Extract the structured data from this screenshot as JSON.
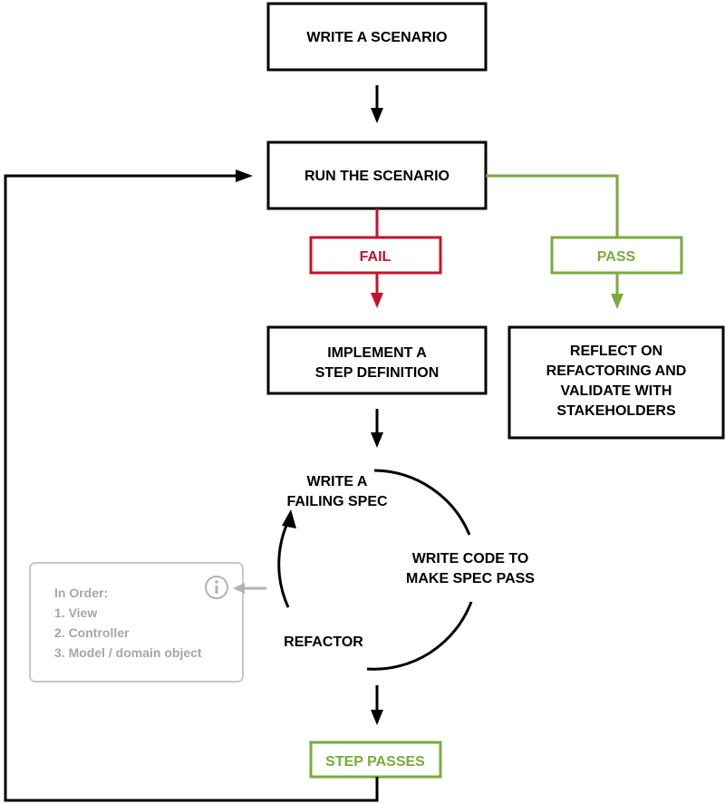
{
  "colors": {
    "black": "#000000",
    "fail_red": "#c8102e",
    "pass_green": "#7aab3b",
    "note_gray": "#b3b3b3"
  },
  "steps": {
    "write_scenario": "WRITE A SCENARIO",
    "run_scenario": "RUN THE SCENARIO",
    "implement_line1": "IMPLEMENT A",
    "implement_line2": "STEP DEFINITION",
    "reflect_line1": "REFLECT ON",
    "reflect_line2": "REFACTORING AND",
    "reflect_line3": "VALIDATE WITH",
    "reflect_line4": "STAKEHOLDERS",
    "step_passes": "STEP PASSES"
  },
  "outcomes": {
    "fail": "FAIL",
    "pass": "PASS"
  },
  "cycle": {
    "write_failing_line1": "WRITE A",
    "write_failing_line2": "FAILING SPEC",
    "write_code_line1": "WRITE CODE TO",
    "write_code_line2": "MAKE SPEC PASS",
    "refactor": "REFACTOR"
  },
  "note": {
    "title": "In Order:",
    "items": [
      "1. View",
      "2. Controller",
      "3. Model / domain object"
    ],
    "icon": "info-icon"
  }
}
